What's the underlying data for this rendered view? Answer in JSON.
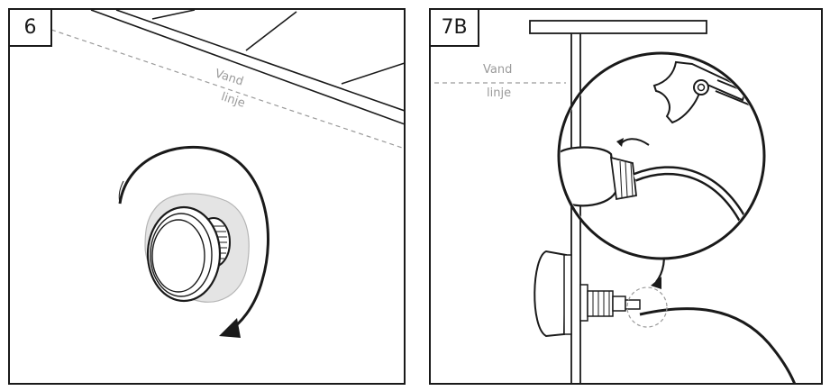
{
  "panels": [
    {
      "step": "6",
      "water_line_label": [
        "Vand",
        "linje"
      ]
    },
    {
      "step": "7B",
      "water_line_label": [
        "Vand",
        "linje"
      ]
    }
  ],
  "colors": {
    "line": "#1a1a1a",
    "dash": "#9a9a9a",
    "seal": "#e2e2e2"
  }
}
